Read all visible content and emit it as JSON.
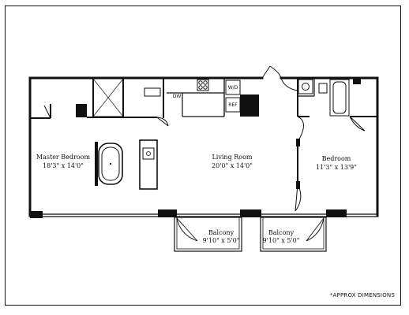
{
  "rooms": {
    "master_bedroom": {
      "name": "Master Bedroom",
      "dims": "18'3\" x 14'0\""
    },
    "living_room": {
      "name": "Living Room",
      "dims": "20'0\" x 14'0\""
    },
    "bedroom": {
      "name": "Bedroom",
      "dims": "11'3\" x 13'9\""
    },
    "balcony_left": {
      "name": "Balcony",
      "dims": "9'10\" x 5'0\""
    },
    "balcony_right": {
      "name": "Balcony",
      "dims": "9'10\" x 5'0\""
    }
  },
  "fixtures": {
    "dishwasher": "DW",
    "washer_dryer": "W/D",
    "refrigerator": "REF"
  },
  "note": "*APPROX DIMENSIONS"
}
